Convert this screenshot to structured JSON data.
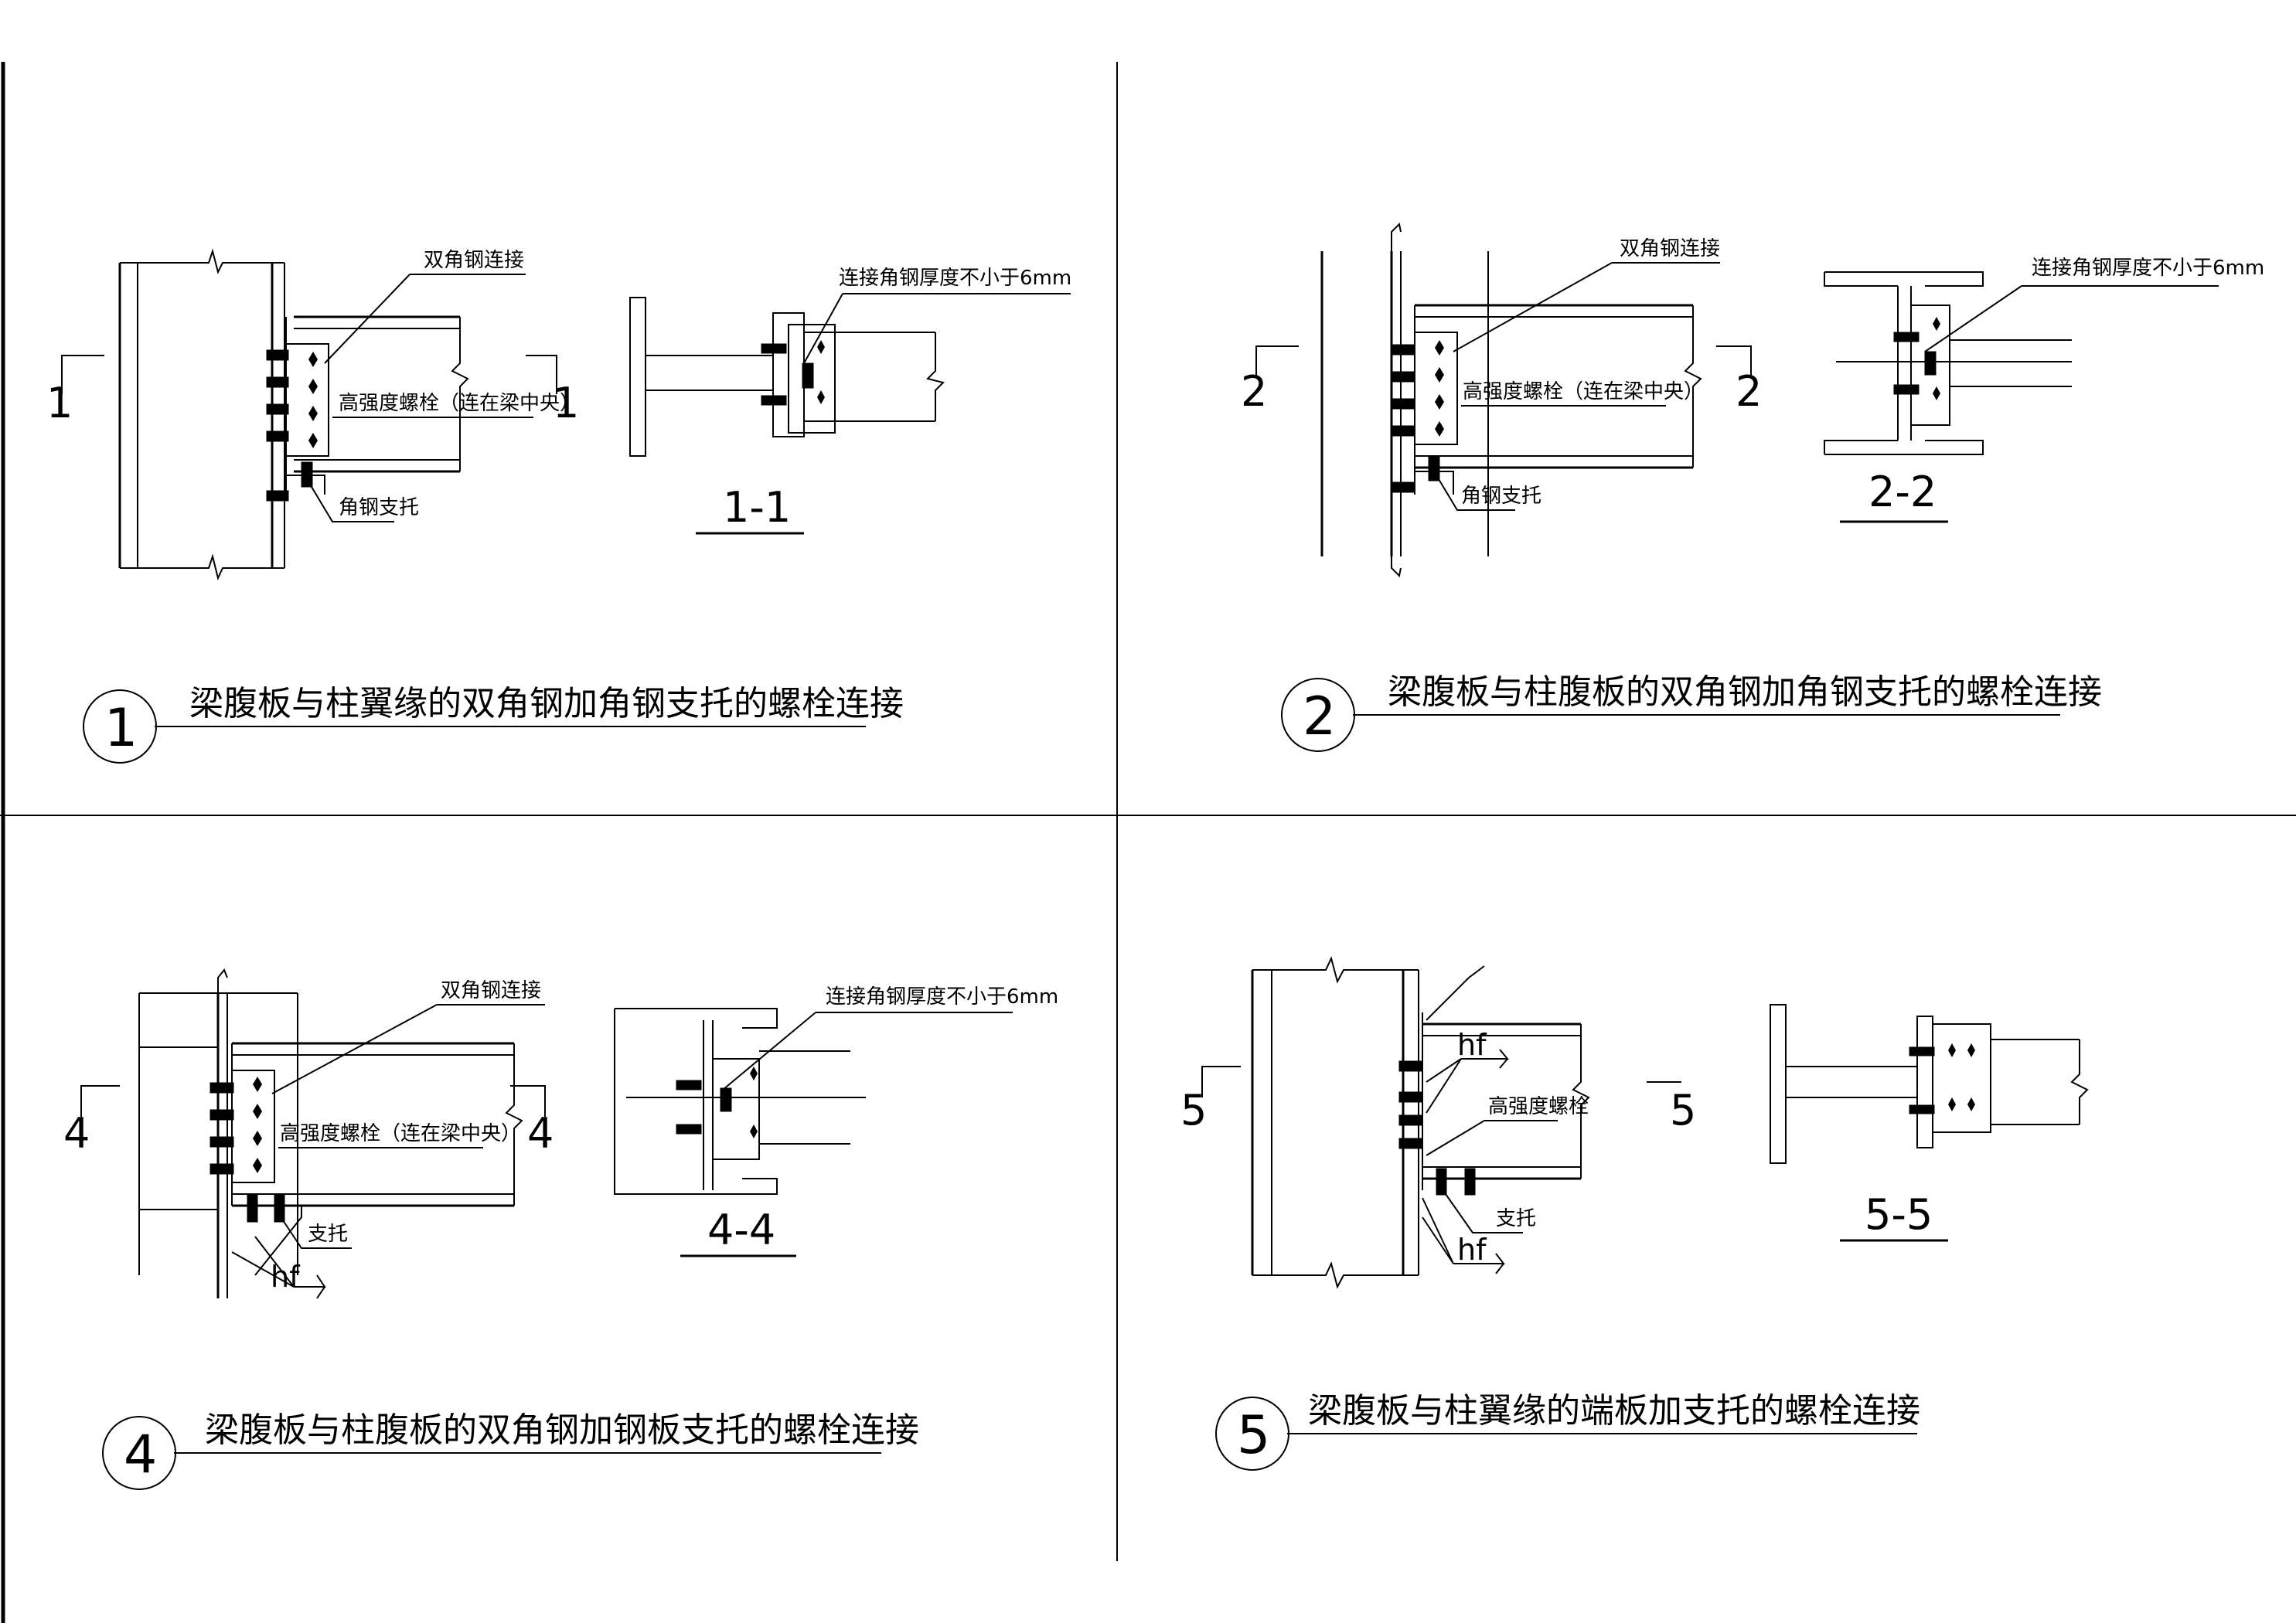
{
  "panel1": {
    "title": "梁腹板与柱翼缘的双角钢加角钢支托的螺栓连接",
    "number": "1",
    "cut_left": "1",
    "cut_right": "1",
    "callout_double_angle": "双角钢连接",
    "callout_bolts": "高强度螺栓（连在梁中央）",
    "callout_seat": "角钢支托",
    "section_label": "1-1",
    "section_note": "连接角钢厚度不小于6mm"
  },
  "panel2": {
    "title": "梁腹板与柱腹板的双角钢加角钢支托的螺栓连接",
    "number": "2",
    "cut_left": "2",
    "cut_right": "2",
    "callout_double_angle": "双角钢连接",
    "callout_bolts": "高强度螺栓（连在梁中央）",
    "callout_seat": "角钢支托",
    "section_label": "2-2",
    "section_note": "连接角钢厚度不小于6mm"
  },
  "panel4": {
    "title": "梁腹板与柱腹板的双角钢加钢板支托的螺栓连接",
    "number": "4",
    "cut_left": "4",
    "cut_right": "4",
    "callout_double_angle": "双角钢连接",
    "callout_bolts": "高强度螺栓（连在梁中央）",
    "callout_seat": "支托",
    "weld_label": "hf",
    "section_label": "4-4",
    "section_note": "连接角钢厚度不小于6mm"
  },
  "panel5": {
    "title": "梁腹板与柱翼缘的端板加支托的螺栓连接",
    "number": "5",
    "cut_left": "5",
    "cut_right": "5",
    "callout_bolts": "高强度螺栓",
    "callout_seat": "支托",
    "weld_label_top": "hf",
    "weld_label_bottom": "hf",
    "section_label": "5-5"
  }
}
